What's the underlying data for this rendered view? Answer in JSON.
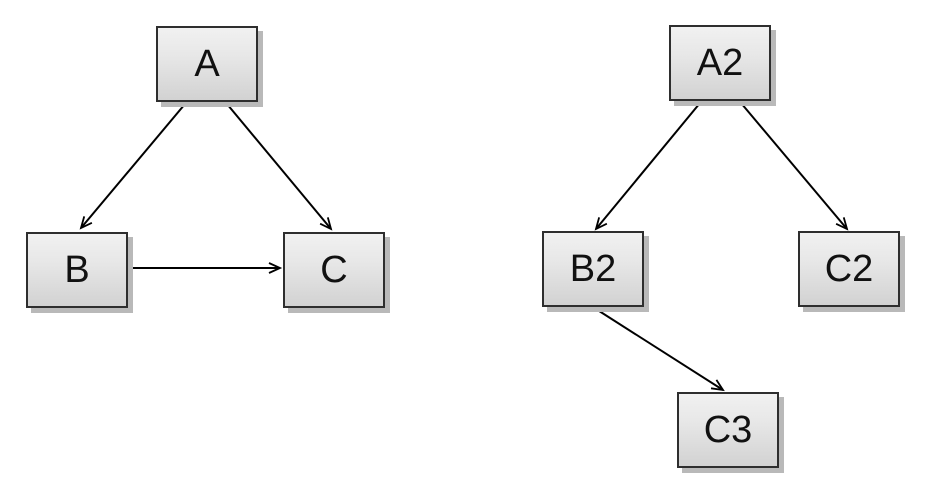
{
  "diagram": {
    "background_color": "#ffffff",
    "node_style": {
      "fill_top": "#f1f1f1",
      "fill_bottom": "#d2d2d2",
      "border_color": "#2e2e2e",
      "shadow_color": "#b9b9b9",
      "text_color": "#111111"
    },
    "edge_style": {
      "stroke_color": "#000000",
      "arrowhead": "open-v"
    },
    "nodes": {
      "A": {
        "label": "A"
      },
      "B": {
        "label": "B"
      },
      "C": {
        "label": "C"
      },
      "A2": {
        "label": "A2"
      },
      "B2": {
        "label": "B2"
      },
      "C2": {
        "label": "C2"
      },
      "C3": {
        "label": "C3"
      }
    },
    "edges": [
      {
        "from": "A",
        "to": "B"
      },
      {
        "from": "A",
        "to": "C"
      },
      {
        "from": "B",
        "to": "C"
      },
      {
        "from": "A2",
        "to": "B2"
      },
      {
        "from": "A2",
        "to": "C2"
      },
      {
        "from": "B2",
        "to": "C3"
      }
    ]
  }
}
